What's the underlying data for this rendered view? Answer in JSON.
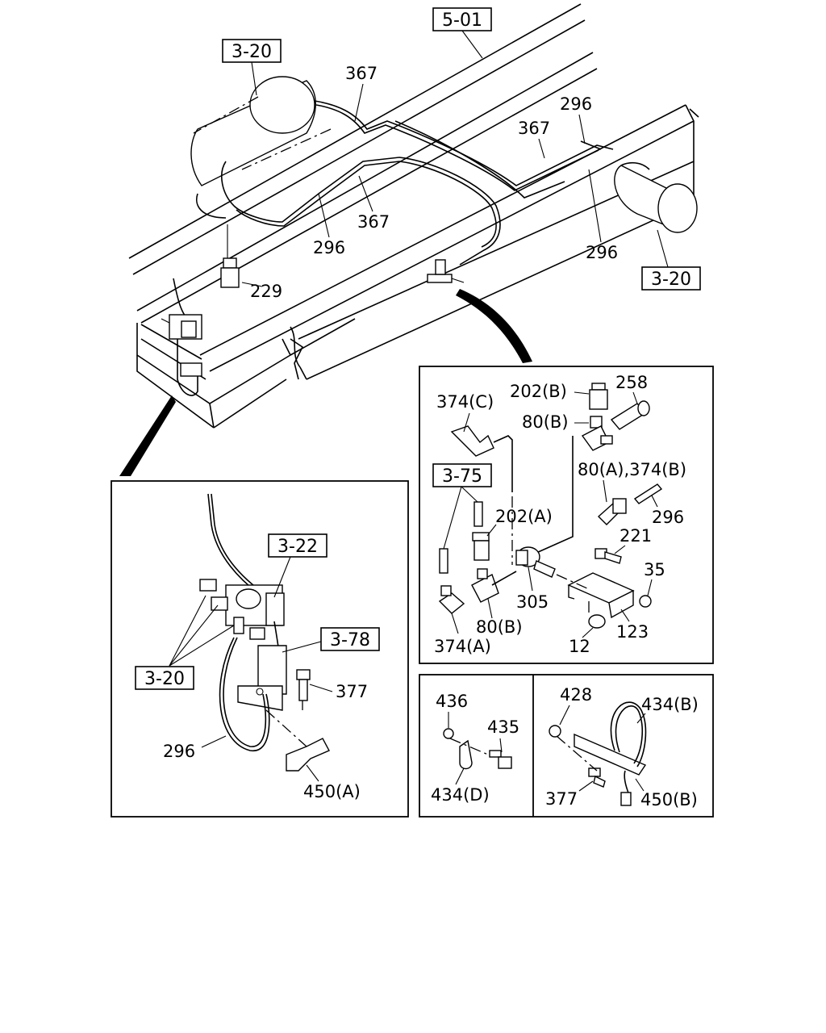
{
  "refs": {
    "r501": "5-01",
    "r320_top": "3-20",
    "r320_right": "3-20",
    "r320_left_panel": "3-20",
    "r322": "3-22",
    "r378": "3-78",
    "r375": "3-75"
  },
  "labels": {
    "main": {
      "p367_top": "367",
      "p296_tr": "296",
      "p367_tr": "367",
      "p367_mid": "367",
      "p296_mid": "296",
      "p296_right": "296",
      "p229": "229"
    },
    "left_panel": {
      "p377": "377",
      "p296": "296",
      "p450a": "450(A)"
    },
    "right_panel": {
      "p202b": "202(B)",
      "p258": "258",
      "p374c": "374(C)",
      "p80b_top": "80(B)",
      "p80a_374b": "80(A),374(B)",
      "p202a": "202(A)",
      "p296": "296",
      "p221": "221",
      "p35": "35",
      "p305": "305",
      "p80b_bot": "80(B)",
      "p123": "123",
      "p374a": "374(A)",
      "p12": "12"
    },
    "bottom_left": {
      "p436": "436",
      "p435": "435",
      "p434d": "434(D)"
    },
    "bottom_right": {
      "p428": "428",
      "p434b": "434(B)",
      "p377": "377",
      "p450b": "450(B)"
    }
  }
}
